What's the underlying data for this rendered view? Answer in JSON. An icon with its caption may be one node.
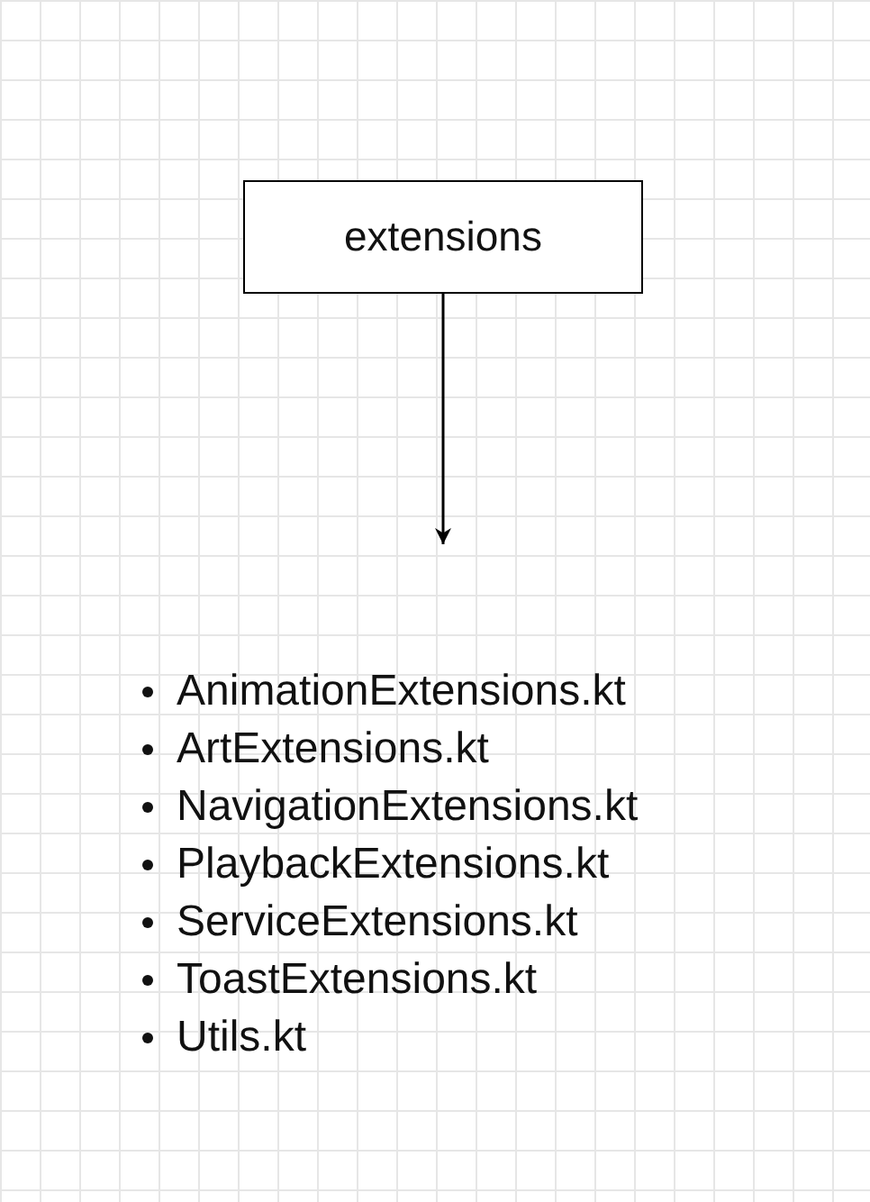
{
  "diagram": {
    "nodes": [
      {
        "text": [
          "extensions"
        ]
      },
      {
        "text": [
          "AnimationExtensions.kt",
          "ArtExtensions.kt",
          "NavigationExtensions.kt",
          "PlaybackExtensions.kt",
          "ServiceExtensions.kt",
          "ToastExtensions.kt",
          "Utils.kt"
        ]
      }
    ],
    "edges": [
      {
        "from": 0,
        "to": 1,
        "arrow": "to"
      }
    ]
  }
}
